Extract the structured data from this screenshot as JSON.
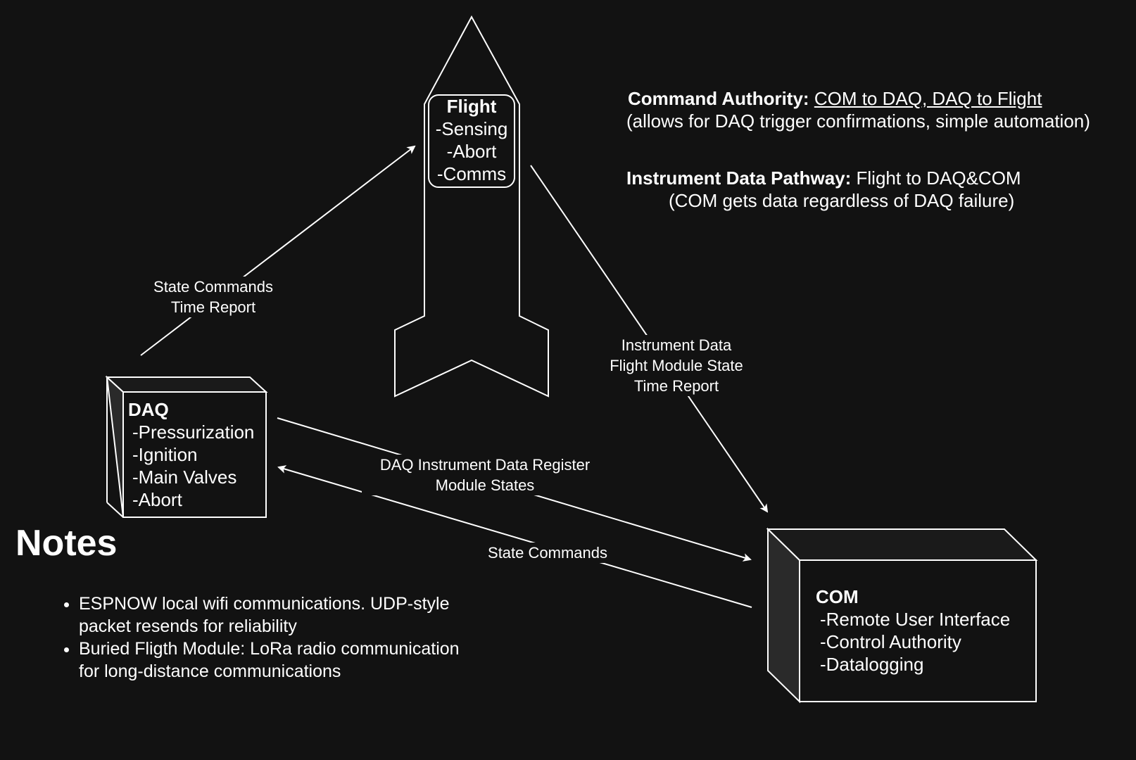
{
  "flight": {
    "title": "Flight",
    "items": [
      "-Sensing",
      "-Abort",
      "-Comms"
    ]
  },
  "daq": {
    "title": "DAQ",
    "items": [
      "-Pressurization",
      "-Ignition",
      "-Main Valves",
      "-Abort"
    ]
  },
  "com": {
    "title": "COM",
    "items": [
      "-Remote User Interface",
      "-Control Authority",
      "-Datalogging"
    ]
  },
  "edges": {
    "daq_to_flight": [
      "State Commands",
      "Time Report"
    ],
    "flight_to_com": [
      "Instrument Data",
      "Flight Module State",
      "Time Report"
    ],
    "daq_to_com": [
      "DAQ Instrument Data Register",
      "Module States"
    ],
    "com_to_daq": [
      "State Commands"
    ]
  },
  "info": {
    "command_authority": {
      "label": "Command Authority:",
      "value": "COM to DAQ, DAQ to Flight",
      "note": "(allows for DAQ trigger confirmations, simple automation)"
    },
    "instrument_data": {
      "label": "Instrument Data Pathway:",
      "value": " Flight to DAQ&COM",
      "note": "(COM gets data regardless of DAQ failure)"
    }
  },
  "notes": {
    "title": "Notes",
    "items": [
      "ESPNOW local wifi communications. UDP-style packet resends for reliability",
      "Buried Fligth Module: LoRa radio communication for long-distance communications"
    ]
  },
  "colors": {
    "background": "#121212",
    "stroke": "#ffffff",
    "box_side": "#2a2a2a"
  }
}
